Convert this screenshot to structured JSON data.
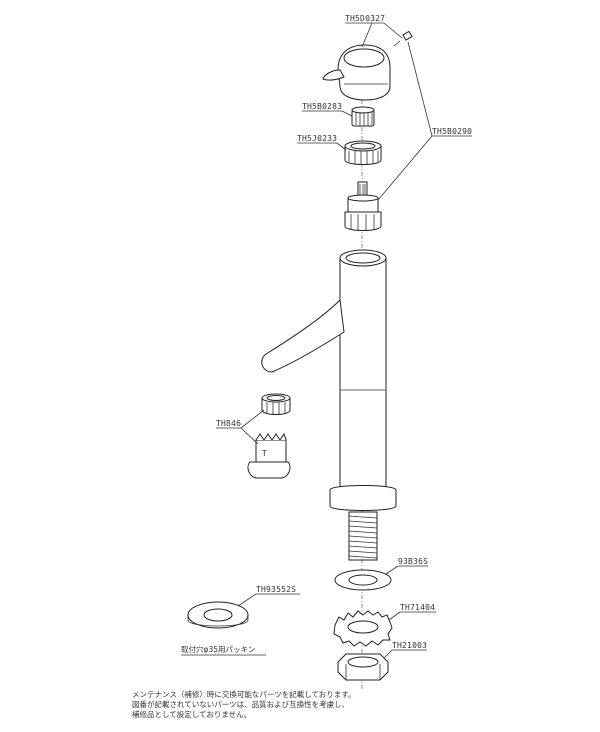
{
  "parts": {
    "handle": "TH5D0327",
    "screw": "TH5B0283",
    "nut": "TH5J0233",
    "cartridge": "TH5B0290",
    "aerator": "TH846",
    "washer": "93B36S",
    "spring_washer": "TH71404",
    "lock_nut": "TH21003",
    "gasket": "TH93552S"
  },
  "gasket_caption": "取付穴φ35用パッキン",
  "notes": [
    "メンテナンス（補修）時に交換可能なパーツを記載しております。",
    "図番が記載されていないパーツは、品質および互換性を考慮し、",
    "補修品として設定しておりません。"
  ]
}
